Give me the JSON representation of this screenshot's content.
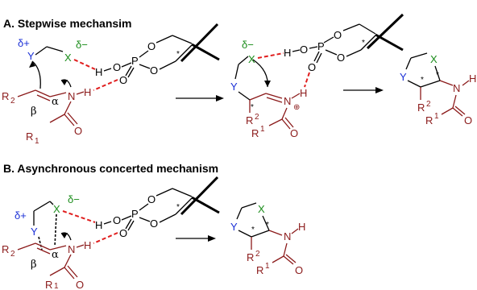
{
  "panel_a": {
    "title": "A. Stepwise mechansim",
    "delta_plus": "δ+",
    "delta_minus": "δ−",
    "Y": "Y",
    "X": "X",
    "H": "H",
    "O": "O",
    "P": "P",
    "N": "N",
    "R2": "R",
    "R2_sub": "2",
    "R1": "R",
    "R1_sub": "1",
    "alpha": "α",
    "beta": "β",
    "star": "*",
    "plus": "⊕",
    "R_sup_2": "2",
    "R_sup_1": "1"
  },
  "panel_b": {
    "title": "B. Asynchronous concerted mechanism"
  },
  "colors": {
    "black": "#000000",
    "dark_red": "#8b1a1a",
    "blue": "#1a2fd6",
    "green": "#1a8c1a",
    "hbond_red": "#e01e1e"
  }
}
